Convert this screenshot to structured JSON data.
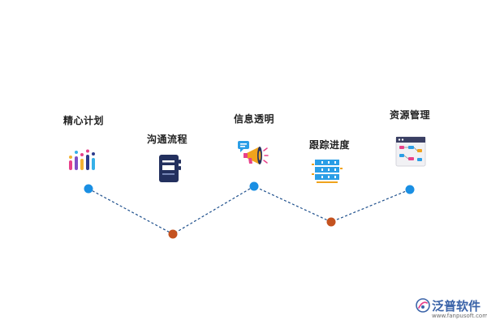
{
  "steps": [
    {
      "label": "精心计划",
      "icon": "bar-chart-icon"
    },
    {
      "label": "沟通流程",
      "icon": "notebook-icon"
    },
    {
      "label": "信息透明",
      "icon": "megaphone-icon"
    },
    {
      "label": "跟踪进度",
      "icon": "server-rack-icon"
    },
    {
      "label": "资源管理",
      "icon": "kanban-window-icon"
    }
  ],
  "colors": {
    "top_node": "#1a8fe3",
    "bottom_node": "#c4521f",
    "connector": "#1d4f8c",
    "label": "#222222"
  },
  "brand": {
    "name": "泛普软件",
    "url": "www.fanpusoft.com"
  }
}
